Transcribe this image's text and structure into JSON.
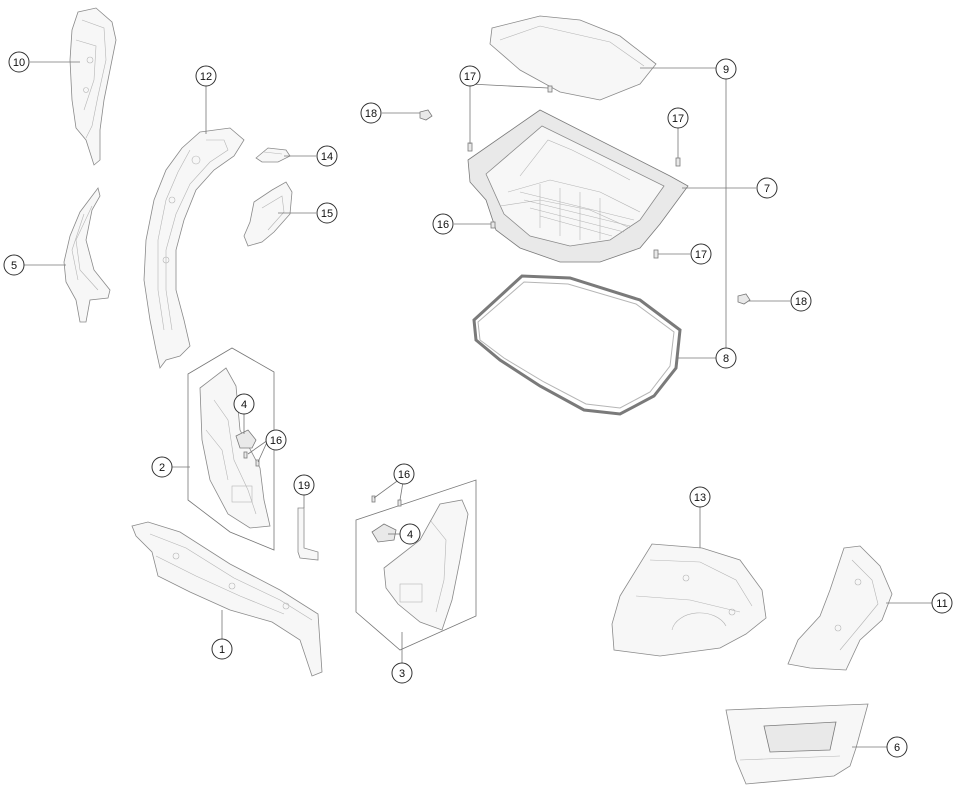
{
  "diagram": {
    "callouts": [
      {
        "id": "c10",
        "label": "10"
      },
      {
        "id": "c12",
        "label": "12"
      },
      {
        "id": "c14",
        "label": "14"
      },
      {
        "id": "c15",
        "label": "15"
      },
      {
        "id": "c5",
        "label": "5"
      },
      {
        "id": "c18a",
        "label": "18"
      },
      {
        "id": "c17a",
        "label": "17"
      },
      {
        "id": "c9",
        "label": "9"
      },
      {
        "id": "c17b",
        "label": "17"
      },
      {
        "id": "c7",
        "label": "7"
      },
      {
        "id": "c16a",
        "label": "16"
      },
      {
        "id": "c17c",
        "label": "17"
      },
      {
        "id": "c18b",
        "label": "18"
      },
      {
        "id": "c8",
        "label": "8"
      },
      {
        "id": "c4a",
        "label": "4"
      },
      {
        "id": "c16b",
        "label": "16"
      },
      {
        "id": "c2",
        "label": "2"
      },
      {
        "id": "c19",
        "label": "19"
      },
      {
        "id": "c16c",
        "label": "16"
      },
      {
        "id": "c4b",
        "label": "4"
      },
      {
        "id": "c1",
        "label": "1"
      },
      {
        "id": "c3",
        "label": "3"
      },
      {
        "id": "c13",
        "label": "13"
      },
      {
        "id": "c11",
        "label": "11"
      },
      {
        "id": "c6",
        "label": "6"
      }
    ]
  }
}
